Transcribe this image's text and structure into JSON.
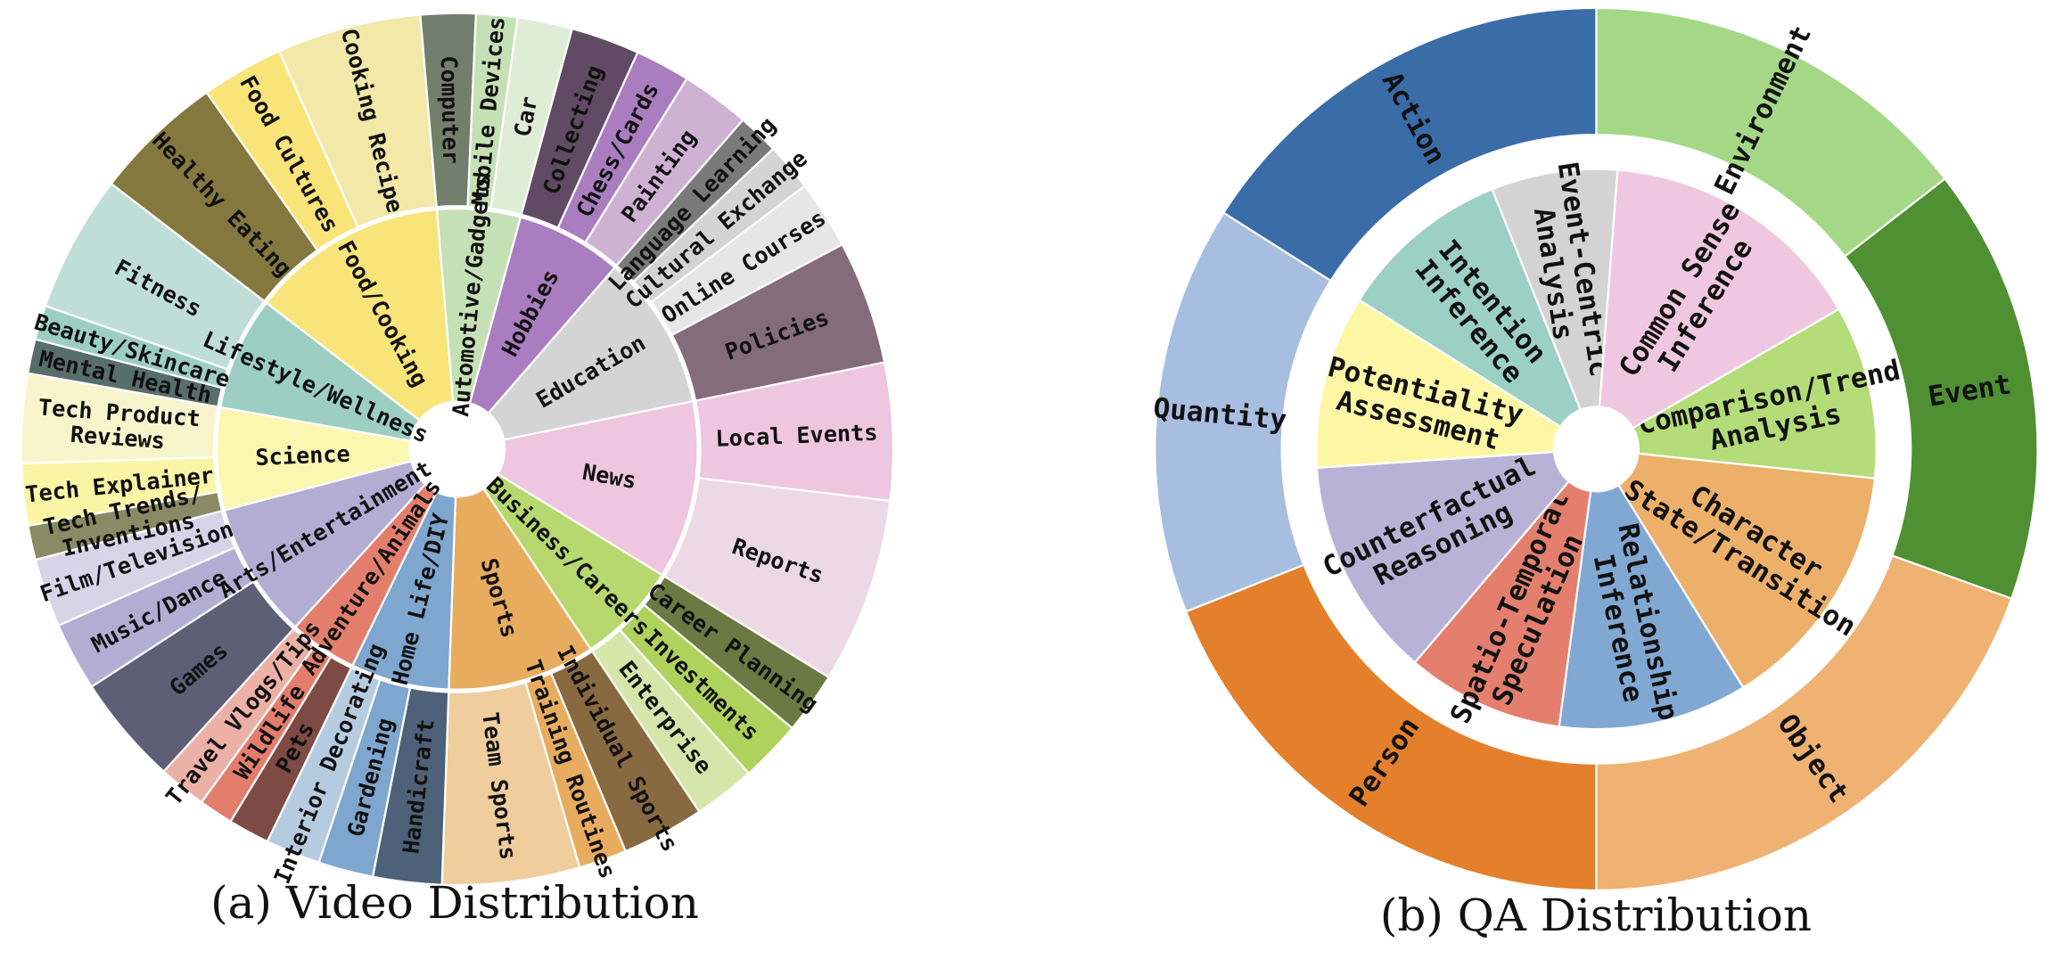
{
  "chart_data": [
    {
      "type": "sunburst",
      "caption": "(a) Video Distribution",
      "inner": [
        {
          "name": "News",
          "color": "#EEC6DF",
          "children": [
            {
              "name": "Local Events",
              "value": 20,
              "color": "#EEC6DF"
            },
            {
              "name": "Reports",
              "value": 27,
              "color": "#EDD9E6"
            }
          ]
        },
        {
          "name": "Business/Careers",
          "color": "#B6D86E",
          "children": [
            {
              "name": "Career Planning",
              "value": 9,
              "color": "#6A7A42"
            },
            {
              "name": "Investments",
              "value": 9,
              "color": "#AFD25D"
            },
            {
              "name": "Enterprise",
              "value": 9,
              "color": "#D4E6AA"
            }
          ]
        },
        {
          "name": "Sports",
          "color": "#E8AC5F",
          "children": [
            {
              "name": "Individual Sports",
              "value": 12,
              "color": "#886A40"
            },
            {
              "name": "Training Routines",
              "value": 7,
              "color": "#E8AC5F"
            },
            {
              "name": "Team Sports",
              "value": 20,
              "color": "#F0CD9D"
            }
          ]
        },
        {
          "name": "Home Life/DIY",
          "color": "#7EA6CE",
          "children": [
            {
              "name": "Handicraft",
              "value": 10,
              "color": "#4D6178"
            },
            {
              "name": "Gardening",
              "value": 8,
              "color": "#7EA6CE"
            },
            {
              "name": "Interior Decorating",
              "value": 8,
              "color": "#B5CBE0"
            }
          ]
        },
        {
          "name": "Adventure/Animals",
          "color": "#E37E6C",
          "children": [
            {
              "name": "Pets",
              "value": 6,
              "color": "#7E4A44"
            },
            {
              "name": "Wildlife",
              "value": 5,
              "color": "#E37E6C"
            },
            {
              "name": "Travel Vlogs/Tips",
              "value": 7,
              "color": "#EBB0A6"
            }
          ]
        },
        {
          "name": "Arts/Entertainment",
          "color": "#B3ACD3",
          "children": [
            {
              "name": "Games",
              "value": 16,
              "color": "#5E5E77"
            },
            {
              "name": "Music/Dance",
              "value": 10,
              "color": "#B3ACD3"
            },
            {
              "name": "Film/Television",
              "value": 10,
              "color": "#D8D4E8"
            }
          ]
        },
        {
          "name": "Science",
          "color": "#FBF7B0",
          "children": [
            {
              "name": "Tech Trends/\nInventions",
              "value": 5,
              "color": "#898B65"
            },
            {
              "name": "Tech Explainer",
              "value": 9,
              "color": "#FBF5A6"
            },
            {
              "name": "Tech Product\nReviews",
              "value": 13,
              "color": "#F8F4CC"
            }
          ]
        },
        {
          "name": "Lifestyle/Wellness",
          "color": "#9CCFC2",
          "children": [
            {
              "name": "Mental Health",
              "value": 5,
              "color": "#586E69"
            },
            {
              "name": "Beauty/Skincare",
              "value": 5,
              "color": "#9CCFC2"
            },
            {
              "name": "Fitness",
              "value": 20,
              "color": "#BFDED6"
            }
          ]
        },
        {
          "name": "Food/Cooking",
          "color": "#F8E478",
          "children": [
            {
              "name": "Healthy Eating",
              "value": 19,
              "color": "#85783F"
            },
            {
              "name": "Food Cultures",
              "value": 12,
              "color": "#F8E478"
            },
            {
              "name": "Cooking Recipe",
              "value": 21,
              "color": "#F2E8A8"
            }
          ]
        },
        {
          "name": "Automotive/Gadgets",
          "color": "#C6E0B6",
          "children": [
            {
              "name": "Computer",
              "value": 8,
              "color": "#727F6C"
            },
            {
              "name": "Mobile Devices",
              "value": 6,
              "color": "#C6E0B6"
            },
            {
              "name": "Car",
              "value": 8,
              "color": "#DFECD6"
            }
          ]
        },
        {
          "name": "Hobbies",
          "color": "#A97DBF",
          "children": [
            {
              "name": "Collecting",
              "value": 10,
              "color": "#614A64"
            },
            {
              "name": "Chess/Cards",
              "value": 8,
              "color": "#A97DBF"
            },
            {
              "name": "Painting",
              "value": 10,
              "color": "#CFB1D4"
            }
          ]
        },
        {
          "name": "Education",
          "color": "#D4D4D4",
          "children": [
            {
              "name": "Language Learning",
              "value": 6,
              "color": "#7A7A7A"
            },
            {
              "name": "Cultural Exchange",
              "value": 7,
              "color": "#D4D4D4"
            },
            {
              "name": "Online Courses",
              "value": 10,
              "color": "#E6E6E6"
            },
            {
              "name": "Policies",
              "value": 18,
              "color": "#846C7A"
            }
          ]
        }
      ]
    },
    {
      "type": "sunburst",
      "caption": "(b) QA Distribution",
      "inner": [
        {
          "name": "Comparison/Trend\nAnalysis",
          "value": 11,
          "color": "#B4DC78"
        },
        {
          "name": "Character\nState/Transition",
          "value": 16,
          "color": "#EDB06A"
        },
        {
          "name": "Relationship\nInference",
          "value": 12,
          "color": "#81A8D3"
        },
        {
          "name": "Spatio-Temporal\nSpeculation",
          "value": 10,
          "color": "#E47F6E"
        },
        {
          "name": "Counterfactual\nReasoning",
          "value": 14,
          "color": "#B8B3D6"
        },
        {
          "name": "Potentiality\nAssessment",
          "value": 11,
          "color": "#FDF7A5"
        },
        {
          "name": "Intention\nInference",
          "value": 11,
          "color": "#9DD0C4"
        },
        {
          "name": "Event-Centric\nAnalysis",
          "value": 8,
          "color": "#D3D3D3"
        },
        {
          "name": "Common Sense\nInference",
          "value": 17,
          "color": "#F0C7E0"
        }
      ],
      "outer": [
        {
          "name": "Environment",
          "value": 14.5,
          "color": "#A4D887"
        },
        {
          "name": "Event",
          "value": 16,
          "color": "#4F9033"
        },
        {
          "name": "Object",
          "value": 19.5,
          "color": "#EFB273"
        },
        {
          "name": "Person",
          "value": 19,
          "color": "#E47F2B"
        },
        {
          "name": "Quantity",
          "value": 15,
          "color": "#A8BEE0"
        },
        {
          "name": "Action",
          "value": 16,
          "color": "#3A6CA8"
        }
      ]
    }
  ]
}
